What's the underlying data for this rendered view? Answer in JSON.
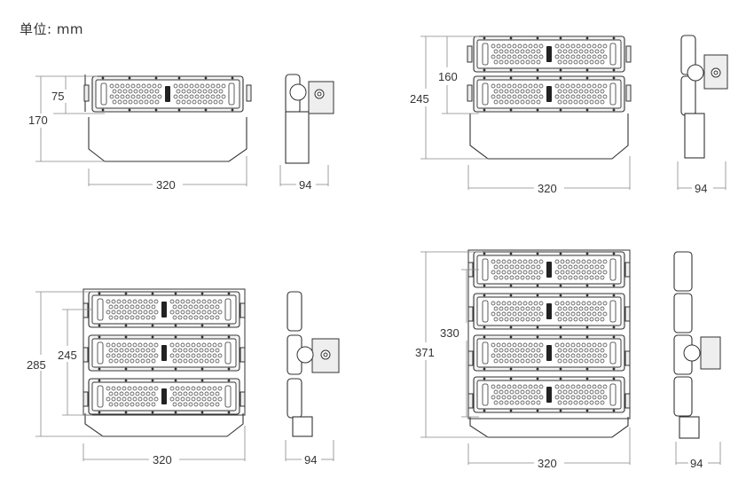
{
  "unit_label": "单位: mm",
  "views": [
    {
      "width": "320",
      "depth": "94",
      "height": "170",
      "pitch": "75"
    },
    {
      "width": "320",
      "depth": "94",
      "height": "245",
      "pitch": "160"
    },
    {
      "width": "320",
      "depth": "94",
      "height": "285",
      "pitch": "245"
    },
    {
      "width": "320",
      "depth": "94",
      "height": "371",
      "pitch": "330"
    }
  ]
}
